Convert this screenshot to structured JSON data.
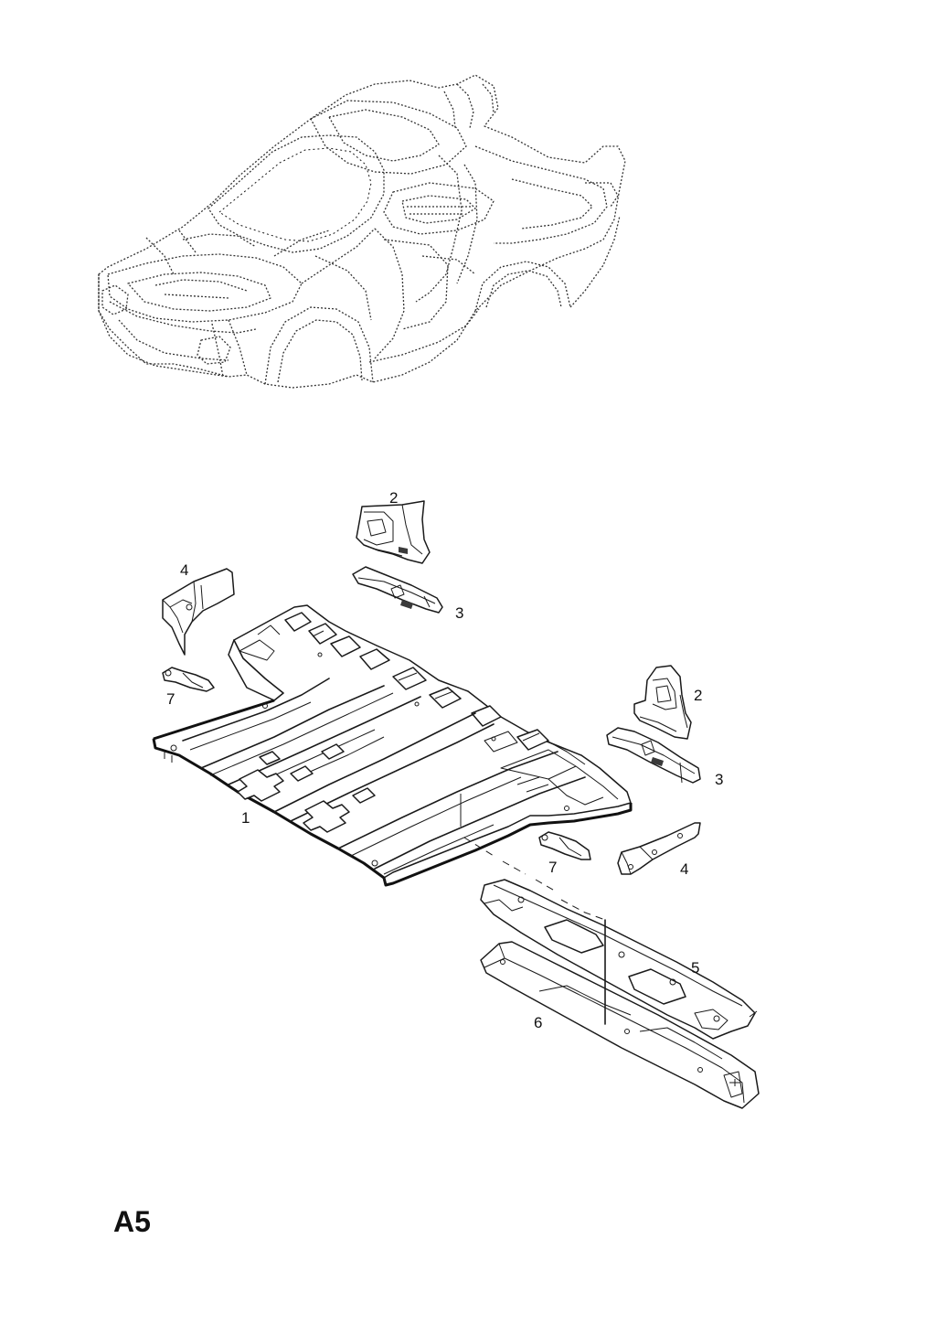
{
  "page": {
    "code": "A5"
  },
  "callouts": [
    {
      "id": "label-1",
      "text": "1"
    },
    {
      "id": "label-2-left",
      "text": "2"
    },
    {
      "id": "label-2-right",
      "text": "2"
    },
    {
      "id": "label-3-left",
      "text": "3"
    },
    {
      "id": "label-3-right",
      "text": "3"
    },
    {
      "id": "label-4-left",
      "text": "4"
    },
    {
      "id": "label-4-right",
      "text": "4"
    },
    {
      "id": "label-5",
      "text": "5"
    },
    {
      "id": "label-6",
      "text": "6"
    },
    {
      "id": "label-7-left",
      "text": "7"
    },
    {
      "id": "label-7-right",
      "text": "7"
    }
  ]
}
